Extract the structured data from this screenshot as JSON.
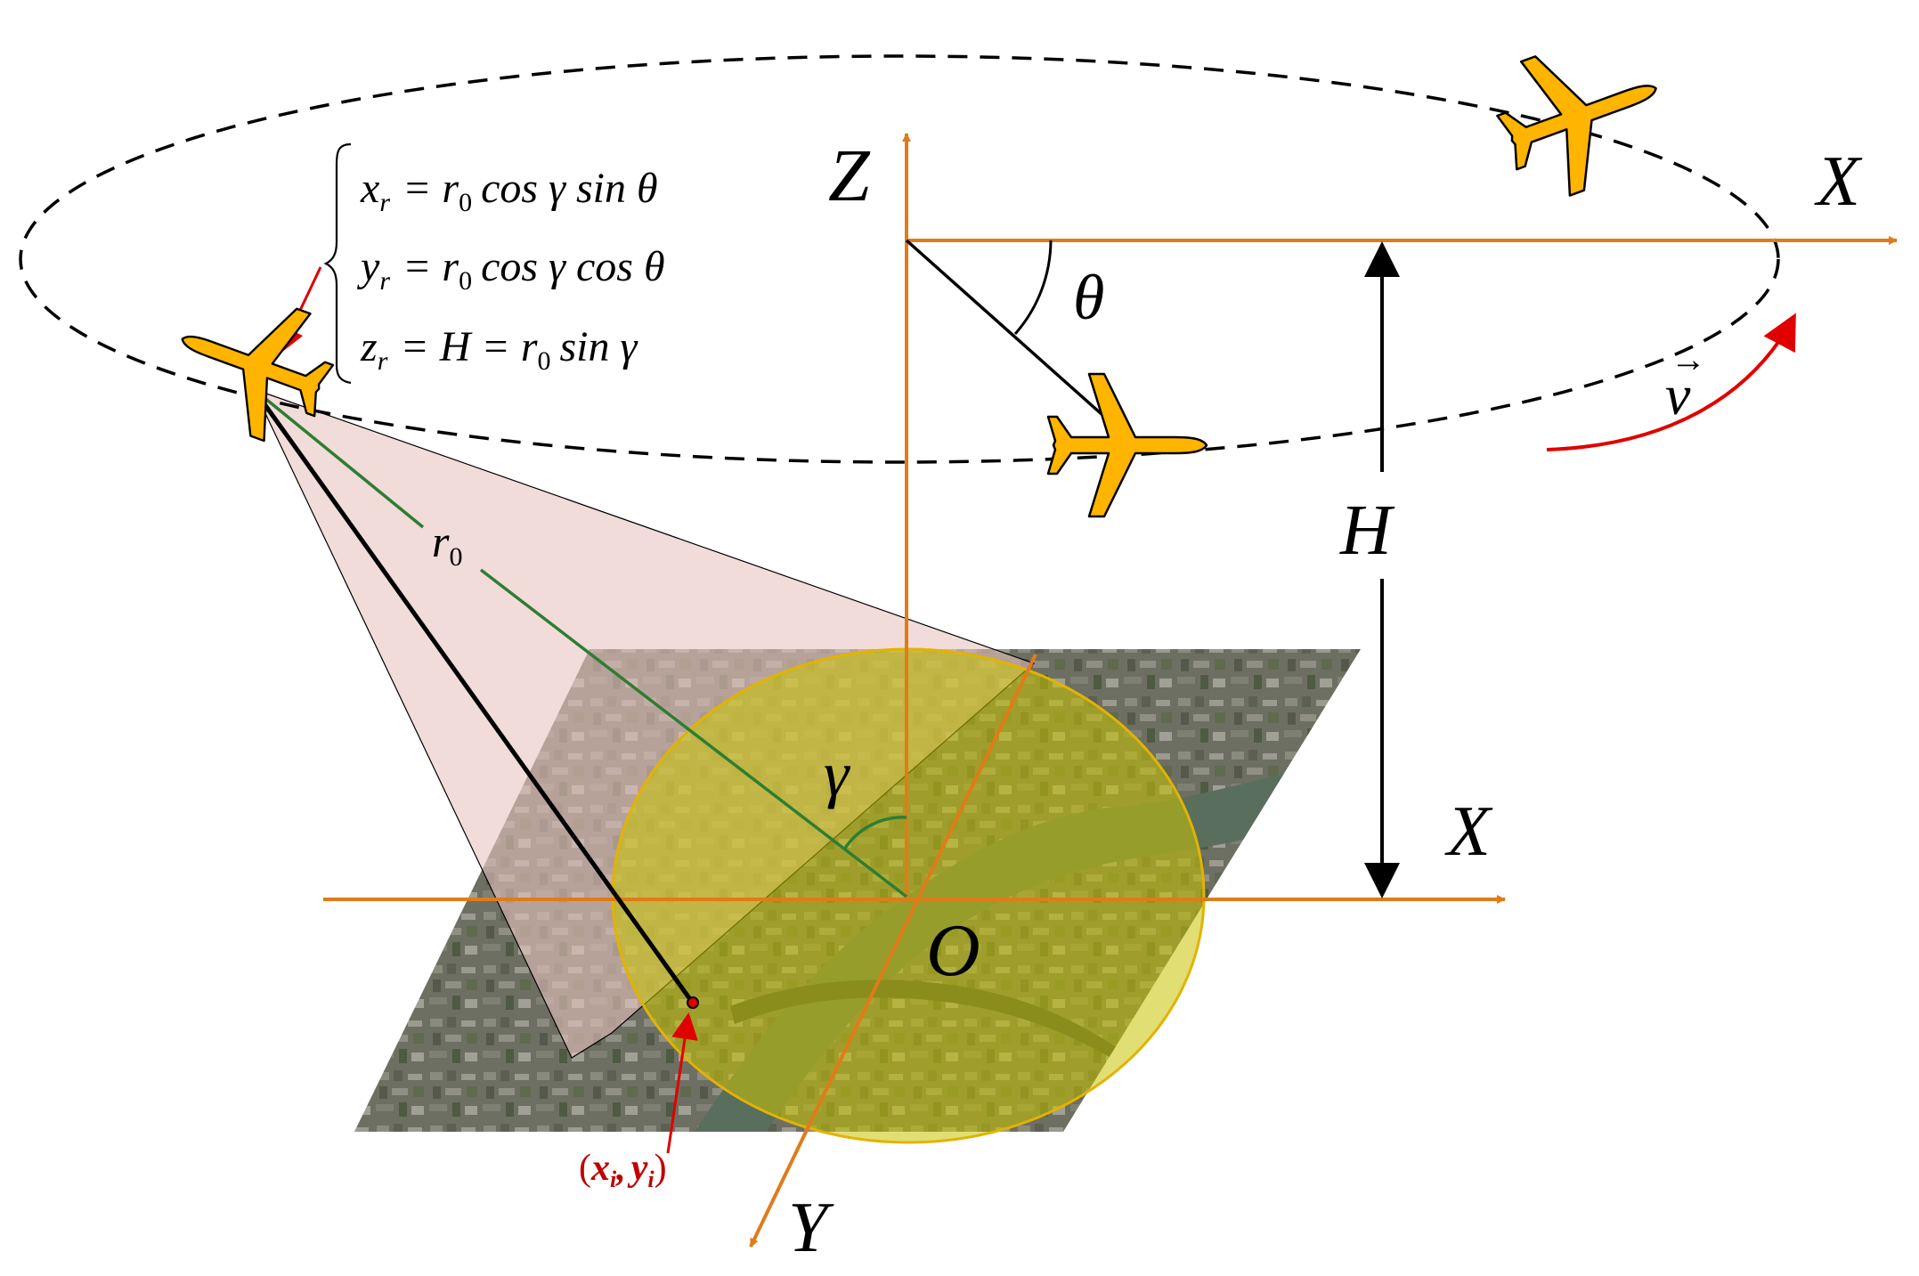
{
  "colors": {
    "axis": "#E07B1A",
    "range_line": "#2E7D32",
    "footprint_fill": "#C9C400",
    "footprint_edge": "#E2B300",
    "beam_fill": "#E8C4C0",
    "aircraft": "#FFB400",
    "annotation_red": "#E00000",
    "ground_image": "#6E6F63"
  },
  "labels": {
    "axis_z": "Z",
    "axis_x_top": "X",
    "axis_x_ground": "X",
    "axis_y": "Y",
    "origin": "O",
    "height": "H",
    "theta": "θ",
    "gamma": "γ",
    "velocity": "v",
    "range_main": "r",
    "range_sub": "0"
  },
  "equations": {
    "x_lhs": "x",
    "x_sub": "r",
    "x_rhs": "= r",
    "x_rhs_sub": "0",
    "x_trig": "cos γ sin θ",
    "y_lhs": "y",
    "y_sub": "r",
    "y_rhs": "= r",
    "y_rhs_sub": "0",
    "y_trig": "cos γ cos θ",
    "z_lhs": "z",
    "z_sub": "r",
    "z_mid": "= H = r",
    "z_rhs_sub": "0",
    "z_trig": "sin γ"
  },
  "target_point": {
    "open": "(",
    "x": "x",
    "x_sub": "i",
    "comma": ",",
    "y": "y",
    "y_sub": "i",
    "close": ")"
  },
  "icons": [
    "aircraft-icon",
    "aircraft-icon",
    "aircraft-icon",
    "ground-image-texture"
  ]
}
